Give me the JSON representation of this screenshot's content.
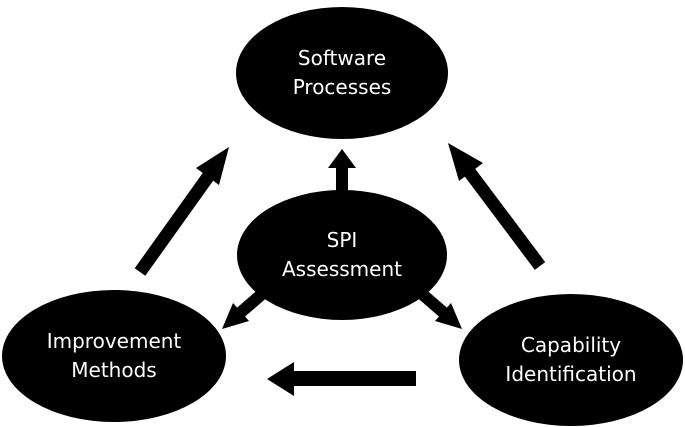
{
  "nodes": {
    "software_processes": {
      "line1": "Software",
      "line2": "Processes"
    },
    "spi_assessment": {
      "line1": "SPI",
      "line2": "Assessment"
    },
    "improvement_methods": {
      "line1": "Improvement",
      "line2": "Methods"
    },
    "capability_identification": {
      "line1": "Capability",
      "line2": "Identification"
    }
  },
  "colors": {
    "node_fill": "#000000",
    "arrow_fill": "#000000",
    "text": "#ffffff",
    "background": "#ffffff"
  }
}
